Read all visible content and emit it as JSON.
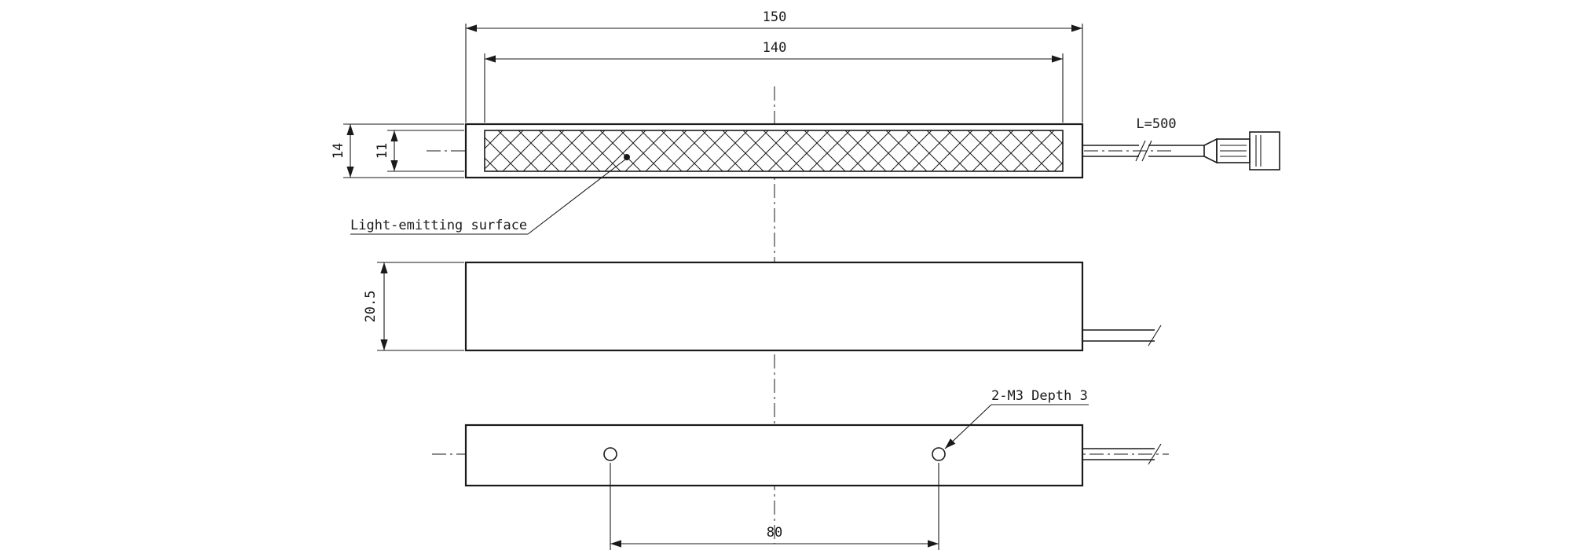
{
  "drawing": {
    "top_view": {
      "dim_overall_length": "150",
      "dim_emitting_length": "140",
      "dim_overall_thickness": "14",
      "dim_emitting_thickness": "11",
      "cable_length_label": "L=500",
      "emitting_surface_label": "Light-emitting surface"
    },
    "side_view": {
      "dim_height": "20.5"
    },
    "bottom_view": {
      "mounting_hole_label": "2-M3 Depth 3",
      "dim_hole_pitch": "80"
    },
    "colors": {
      "line": "#1a1a1a",
      "background": "#ffffff"
    }
  }
}
